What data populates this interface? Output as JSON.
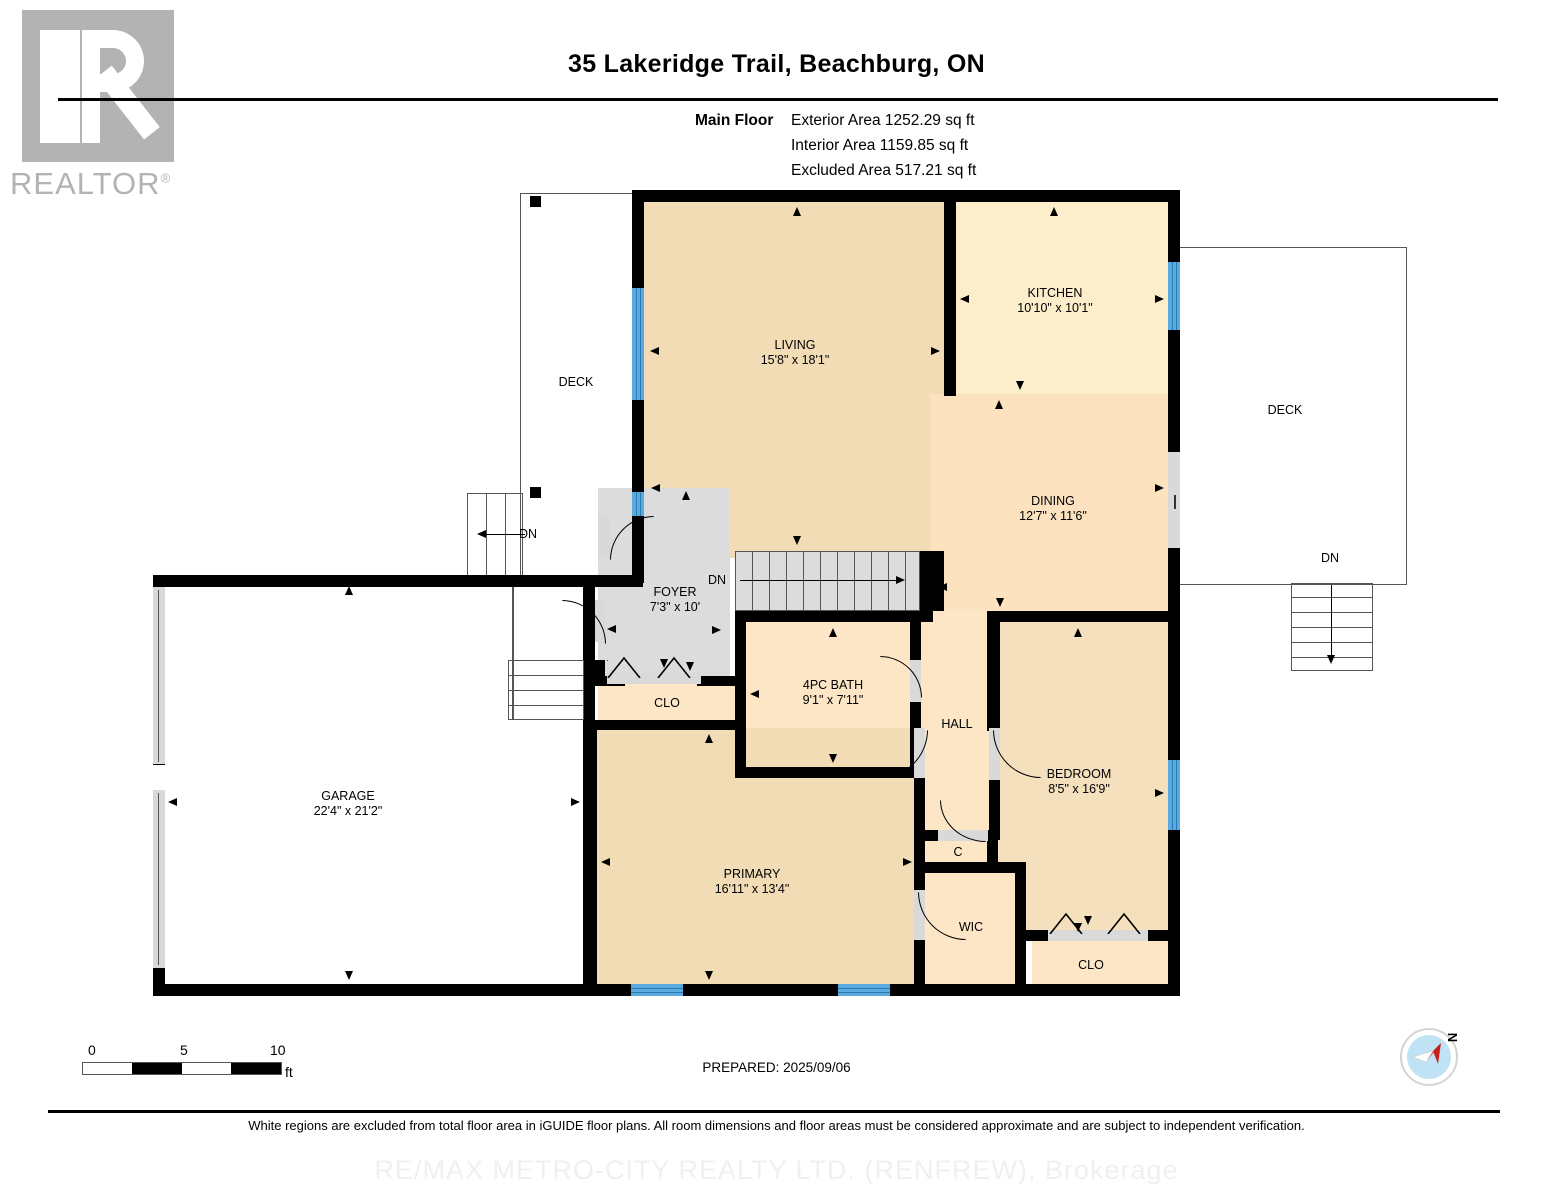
{
  "logo": {
    "brand": "REALTOR",
    "registered": "®"
  },
  "header": {
    "title": "35 Lakeridge Trail, Beachburg, ON",
    "floor_label": "Main Floor",
    "exterior_area": "Exterior Area 1252.29 sq ft",
    "interior_area": "Interior Area 1159.85 sq ft",
    "excluded_area": "Excluded Area 517.21 sq ft"
  },
  "rooms": {
    "living": {
      "name": "LIVING",
      "dim": "15'8\" x 18'1\""
    },
    "kitchen": {
      "name": "KITCHEN",
      "dim": "10'10\" x 10'1\""
    },
    "dining": {
      "name": "DINING",
      "dim": "12'7\" x 11'6\""
    },
    "foyer": {
      "name": "FOYER",
      "dim": "7'3\" x 10'"
    },
    "bath": {
      "name": "4PC BATH",
      "dim": "9'1\" x 7'11\""
    },
    "bedroom": {
      "name": "BEDROOM",
      "dim": "8'5\" x 16'9\""
    },
    "primary": {
      "name": "PRIMARY",
      "dim": "16'11\" x 13'4\""
    },
    "garage": {
      "name": "GARAGE",
      "dim": "22'4\" x 21'2\""
    },
    "hall": {
      "name": "HALL",
      "dim": ""
    },
    "wic": {
      "name": "WIC",
      "dim": ""
    },
    "closet_c": {
      "name": "C",
      "dim": ""
    },
    "clo_left": {
      "name": "CLO",
      "dim": ""
    },
    "clo_right": {
      "name": "CLO",
      "dim": ""
    },
    "deck_left": {
      "name": "DECK",
      "dim": ""
    },
    "deck_right": {
      "name": "DECK",
      "dim": ""
    }
  },
  "stairs": {
    "dn_left_deck": "DN",
    "dn_foyer": "DN",
    "dn_right_deck": "DN"
  },
  "scale": {
    "zero": "0",
    "mid": "5",
    "max": "10",
    "unit": "ft"
  },
  "footer": {
    "prepared": "PREPARED: 2025/09/06",
    "disclaimer": "White regions are excluded from total floor area in iGUIDE floor plans. All room dimensions and floor areas must be considered approximate and are subject to independent verification.",
    "watermark": "RE/MAX METRO-CITY REALTY LTD. (RENFREW), Brokerage"
  },
  "compass": {
    "north_label": "N"
  },
  "colors": {
    "wall": "#000000",
    "living": "#f2dcb5",
    "kitchen": "#fdeecb",
    "dining": "#fde2c0",
    "foyer": "#dcdcdc",
    "window": "#5aaae0",
    "door": "#d9d9d9",
    "logo_gray": "#b3b3b3"
  }
}
